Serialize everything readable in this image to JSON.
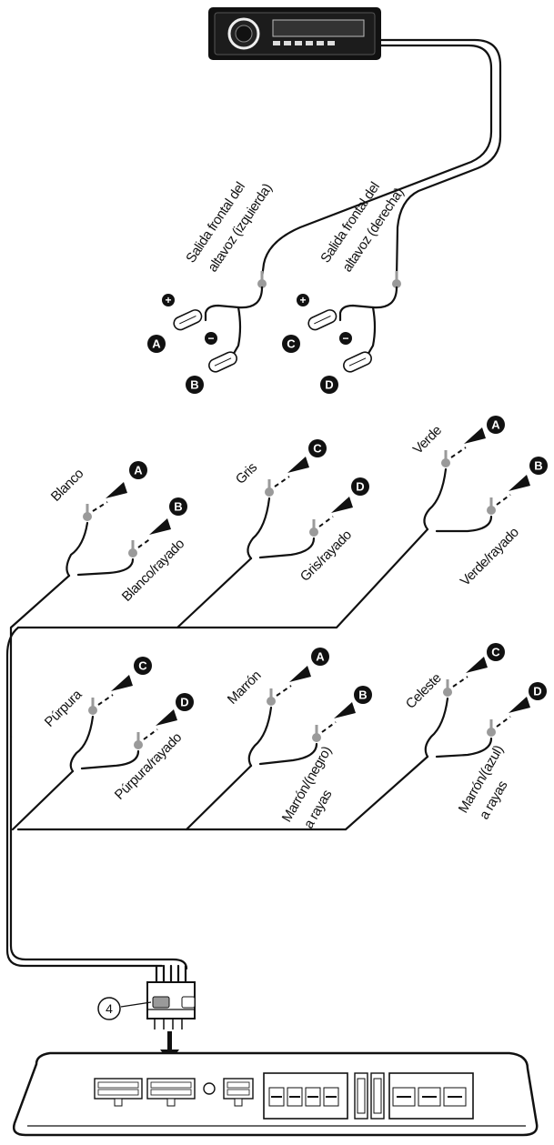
{
  "head_unit": {
    "left_output_label_line1": "Salida frontal del",
    "left_output_label_line2": "altavoz (izquierda)",
    "right_output_label_line1": "Salida frontal del",
    "right_output_label_line2": "altavoz (derecha)"
  },
  "terminals": {
    "A": "A",
    "B": "B",
    "C": "C",
    "D": "D"
  },
  "signs": {
    "plus": "+",
    "minus": "−"
  },
  "groups_top": [
    {
      "pos": "Blanco",
      "pos_target": "A",
      "neg": "Blanco/rayado",
      "neg_target": "B"
    },
    {
      "pos": "Gris",
      "pos_target": "C",
      "neg": "Gris/rayado",
      "neg_target": "D"
    },
    {
      "pos": "Verde",
      "pos_target": "A",
      "neg": "Verde/rayado",
      "neg_target": "B"
    }
  ],
  "groups_bottom": [
    {
      "pos": "Púrpura",
      "pos_target": "C",
      "neg": "Púrpura/rayado",
      "neg_target": "D"
    },
    {
      "pos": "Marrón",
      "pos_target": "A",
      "neg_line1": "Marrón/(negro)",
      "neg_line2": "a rayas",
      "neg_target": "B"
    },
    {
      "pos": "Celeste",
      "pos_target": "C",
      "neg_line1": "Marrón/(azul)",
      "neg_line2": "a rayas",
      "neg_target": "D"
    }
  ],
  "connector_callout": "4",
  "colors": {
    "wire": "#111111",
    "plug": "#9a9a9a",
    "badge": "#111111"
  },
  "icons": [
    "head-unit-icon",
    "speaker-plug-icon",
    "arrow-right-icon",
    "amplifier-icon",
    "harness-connector-icon"
  ]
}
